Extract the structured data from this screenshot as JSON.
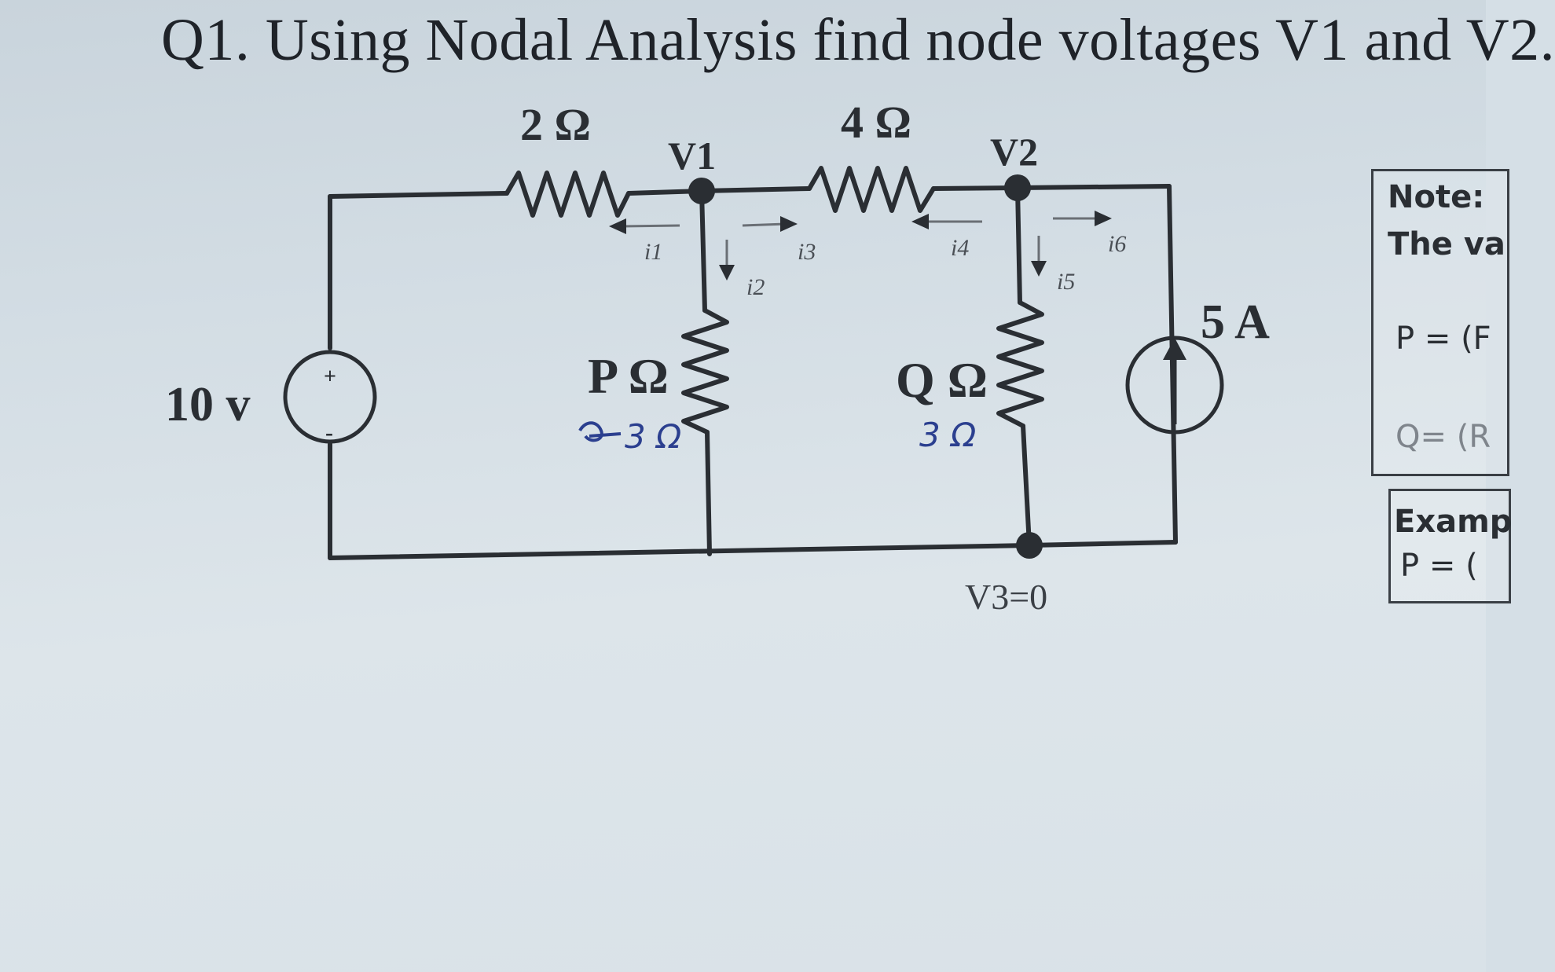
{
  "question": "Q1. Using Nodal Analysis find node voltages V1 and V2.",
  "circuit": {
    "r1_label": "2 Ω",
    "r2_label": "4 Ω",
    "node1_label": "V1",
    "node2_label": "V2",
    "rp_label": "P Ω",
    "rq_label": "Q Ω",
    "rp_handwritten": "3 Ω",
    "rq_handwritten": "3 Ω",
    "source_voltage": "10 v",
    "source_plus": "+",
    "source_minus": "-",
    "current_source": "5 A",
    "ground_label": "V3=0",
    "currents": [
      "i1",
      "i2",
      "i3",
      "i4",
      "i5",
      "i6"
    ]
  },
  "note_box": {
    "line1": "Note:",
    "line2": "The va",
    "line3": "P = (F",
    "line4": "Q= (R"
  },
  "example_box": {
    "line1": "Examp",
    "line2": "P = ("
  },
  "colors": {
    "ink": "#2a2e33",
    "handwriting": "#2b3f8f",
    "paper": "#d5dfe6"
  }
}
